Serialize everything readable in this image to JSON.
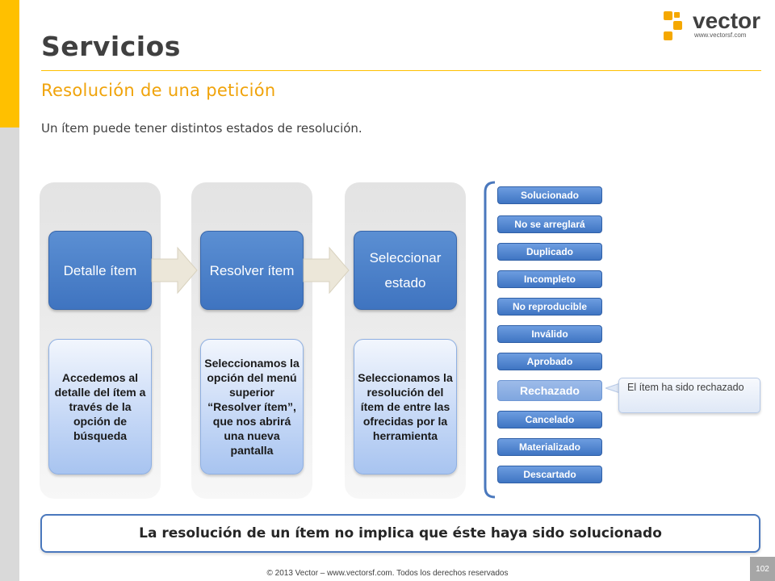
{
  "slide": {
    "title": "Servicios",
    "subtitle": "Resolución de una petición",
    "intro": "Un ítem puede tener distintos estados de resolución."
  },
  "logo": {
    "word": "vector",
    "url": "www.vectorsf.com"
  },
  "steps": [
    {
      "label": "Detalle ítem",
      "description": "Accedemos al detalle del ítem a través de la opción de búsqueda"
    },
    {
      "label": "Resolver ítem",
      "description": "Seleccionamos la opción del menú superior “Resolver ítem”, que nos abrirá una nueva pantalla"
    },
    {
      "label": "Seleccionar estado",
      "description": "Seleccionamos la resolución del ítem de entre las ofrecidas por la herramienta"
    }
  ],
  "states": [
    {
      "label": "Solucionado"
    },
    {
      "label": "No se arreglará"
    },
    {
      "label": "Duplicado"
    },
    {
      "label": "Incompleto"
    },
    {
      "label": "No reproducible"
    },
    {
      "label": "Inválido"
    },
    {
      "label": "Aprobado"
    },
    {
      "label": "Rechazado"
    },
    {
      "label": "Cancelado"
    },
    {
      "label": "Materializado"
    },
    {
      "label": "Descartado"
    }
  ],
  "highlighted_state": "Rechazado",
  "callout": "El ítem ha sido rechazado",
  "note": "La resolución de un ítem no implica que éste haya sido solucionado",
  "footer": "© 2013 Vector – www.vectorsf.com. Todos los derechos reservados",
  "page_number": "102",
  "colors": {
    "accent_yellow": "#ffc000",
    "subtitle_orange": "#f0a30a",
    "step_blue": "#4a7fc7",
    "note_border": "#4a78bd"
  }
}
